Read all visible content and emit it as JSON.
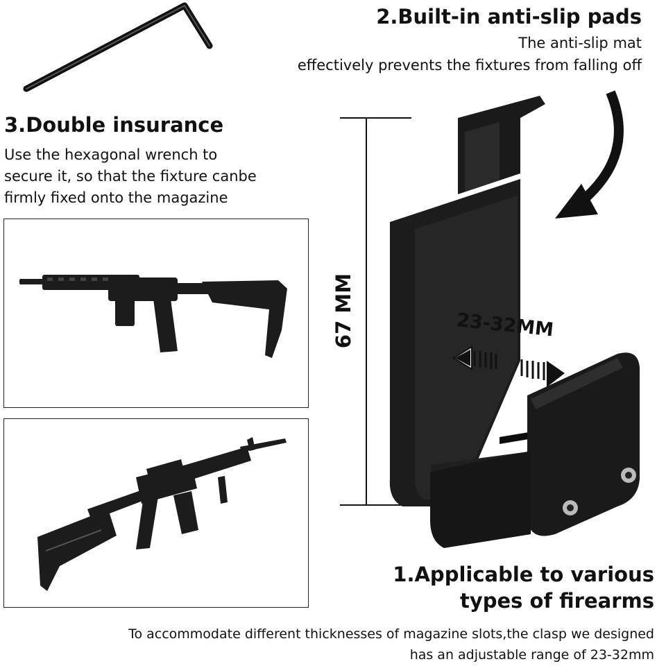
{
  "section2": {
    "title": "2.Built-in anti-slip pads",
    "line1": "The anti-slip mat",
    "line2": "effectively prevents the fixtures from falling off"
  },
  "section3": {
    "title": "3.Double insurance",
    "line1": "Use the hexagonal wrench to",
    "line2": "secure it, so that the fixture canbe",
    "line3": "firmly fixed onto the magazine"
  },
  "section1": {
    "title_line1": "1.Applicable to various",
    "title_line2": "types of firearms",
    "line1": "To accommodate different thicknesses of magazine slots,the clasp we designed",
    "line2": "has an adjustable range of 23-32mm"
  },
  "dimensions": {
    "height_label": "67 MM",
    "width_range_label": "23-32MM"
  },
  "colors": {
    "text": "#111111",
    "product": "#1a1a1a",
    "border": "#222222"
  },
  "icons": [
    "hex-wrench-icon",
    "curved-arrow-icon",
    "double-arrow-icon"
  ]
}
